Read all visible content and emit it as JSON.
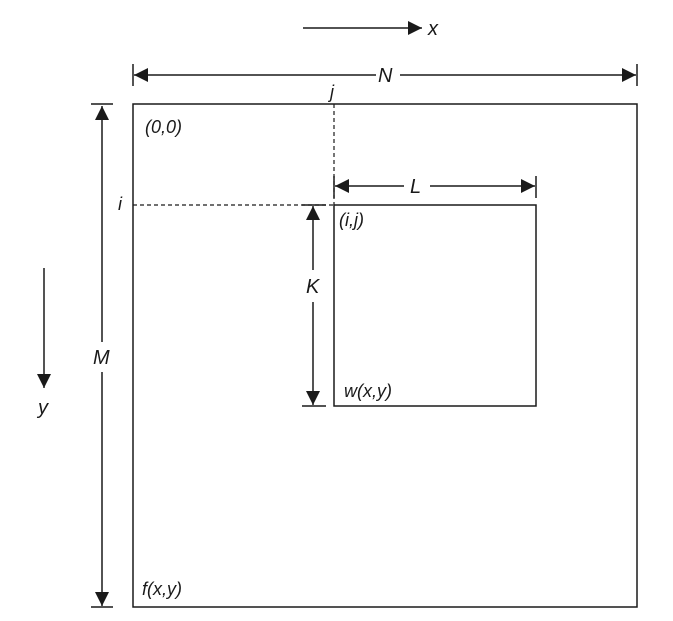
{
  "diagram": {
    "axes": {
      "x_label": "x",
      "y_label": "y"
    },
    "image": {
      "width_label": "N",
      "height_label": "M",
      "origin_label": "(0,0)",
      "function_label": "f(x,y)"
    },
    "window": {
      "width_label": "L",
      "height_label": "K",
      "corner_label": "(i,j)",
      "function_label": "w(x,y)",
      "row_label": "i",
      "col_label": "j"
    },
    "colors": {
      "line": "#1a1a1a",
      "background": "#ffffff"
    }
  }
}
